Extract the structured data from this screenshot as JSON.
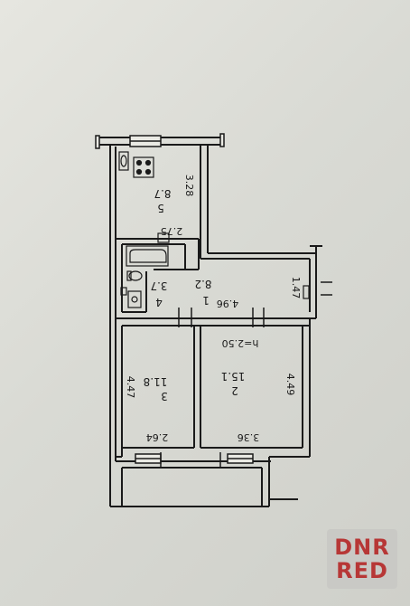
{
  "plan": {
    "rooms": [
      {
        "id": "kitchen",
        "number": "5",
        "area": "8.7"
      },
      {
        "id": "bathroom",
        "number": "4",
        "area": "3.7"
      },
      {
        "id": "hallway",
        "number": "1",
        "area": "8.2"
      },
      {
        "id": "room3",
        "number": "3",
        "area": "11.8"
      },
      {
        "id": "room2",
        "number": "2",
        "area": "15.1"
      }
    ],
    "dimensions": {
      "kitchen_length": "3.28",
      "kitchen_width": "2.75",
      "hallway_length": "4.96",
      "hallway_width": "1.47",
      "room3_length": "4.47",
      "room3_width": "2.64",
      "room2_length": "4.49",
      "room2_width": "3.36"
    },
    "ceiling_height": "h=2.50"
  },
  "watermark": {
    "line1": "DNR",
    "line2": "RED"
  }
}
